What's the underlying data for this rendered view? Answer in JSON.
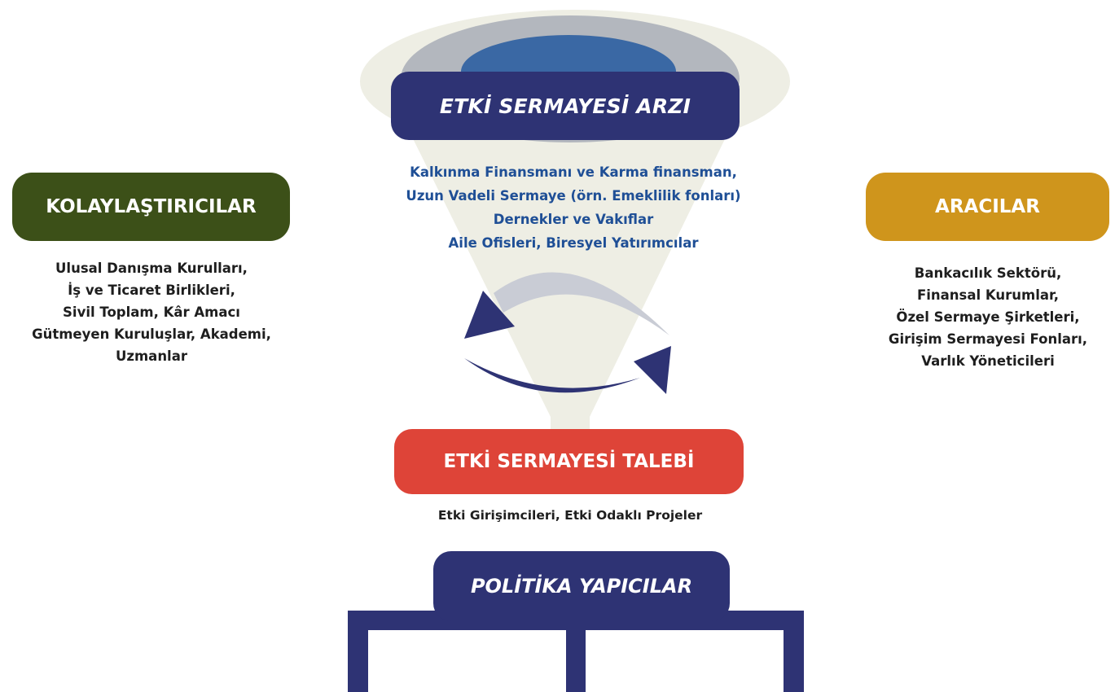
{
  "supply": {
    "title": "ETKİ SERMAYESİ ARZI",
    "items": [
      "Kalkınma Finansmanı ve Karma finansman,",
      "Uzun Vadeli Sermaye (örn. Emeklilik fonları)",
      "Dernekler ve Vakıflar",
      "Aile Ofisleri, Biresyel Yatırımcılar"
    ]
  },
  "facilitators": {
    "title": "KOLAYLAŞTIRICILAR",
    "items": [
      "Ulusal Danışma Kurulları,",
      "İş ve Ticaret Birlikleri,",
      "Sivil Toplam, Kâr Amacı",
      "Gütmeyen Kuruluşlar, Akademi,",
      "Uzmanlar"
    ]
  },
  "intermediaries": {
    "title": "ARACILAR",
    "items": [
      "Bankacılık Sektörü,",
      "Finansal Kurumlar,",
      "Özel Sermaye Şirketleri,",
      "Girişim Sermayesi Fonları,",
      "Varlık Yöneticileri"
    ]
  },
  "demand": {
    "title": "ETKİ SERMAYESİ TALEBİ",
    "items": [
      "Etki Girişimcileri, Etki Odaklı Projeler"
    ]
  },
  "policy": {
    "title": "POLİTİKA YAPICILAR"
  },
  "colors": {
    "navy": "#2e3374",
    "red": "#de4438",
    "olive": "#3c5018",
    "gold": "#cf951c",
    "supply_text": "#1f4f96",
    "funnel": "#eeeee4",
    "funnel_mid": "#b3b7be",
    "funnel_core": "#3a68a4"
  }
}
